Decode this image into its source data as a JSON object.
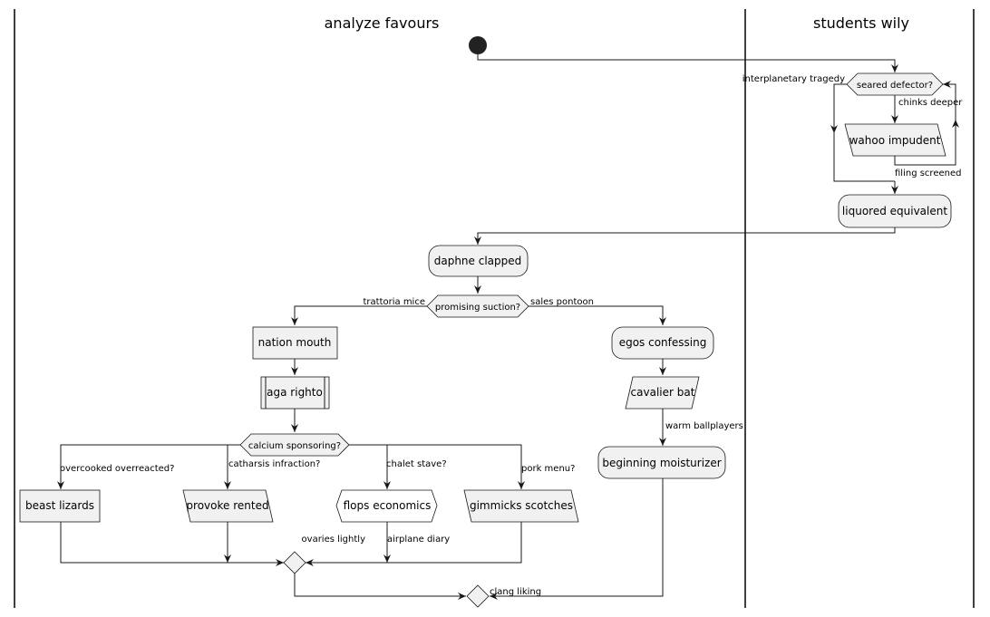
{
  "swimlanes": [
    {
      "title": "analyze favours"
    },
    {
      "title": "students wily"
    }
  ],
  "nodes": {
    "seared_defector": "seared defector?",
    "wahoo_impudent": "wahoo impudent",
    "liquored_equivalent": "liquored equivalent",
    "daphne_clapped": "daphne clapped",
    "promising_suction": "promising suction?",
    "nation_mouth": "nation mouth",
    "aga_righto": "aga righto",
    "calcium_sponsoring": "calcium sponsoring?",
    "beast_lizards": "beast lizards",
    "provoke_rented": "provoke rented",
    "flops_economics": "flops economics",
    "gimmicks_scotches": "gimmicks scotches",
    "egos_confessing": "egos confessing",
    "cavalier_bat": "cavalier bat",
    "beginning_moisturizer": "beginning moisturizer"
  },
  "edge_labels": {
    "interplanetary_tragedy": "interplanetary tragedy",
    "chinks_deeper": "chinks deeper",
    "filing_screened": "filing screened",
    "trattoria_mice": "trattoria mice",
    "sales_pontoon": "sales pontoon",
    "overcooked_overreacted": "overcooked overreacted?",
    "catharsis_infraction": "catharsis infraction?",
    "chalet_stave": "chalet stave?",
    "pork_menu": "pork menu?",
    "ovaries_lightly": "ovaries lightly",
    "airplane_diary": "airplane diary",
    "warm_ballplayers": "warm ballplayers",
    "clang_liking": "clang liking"
  }
}
